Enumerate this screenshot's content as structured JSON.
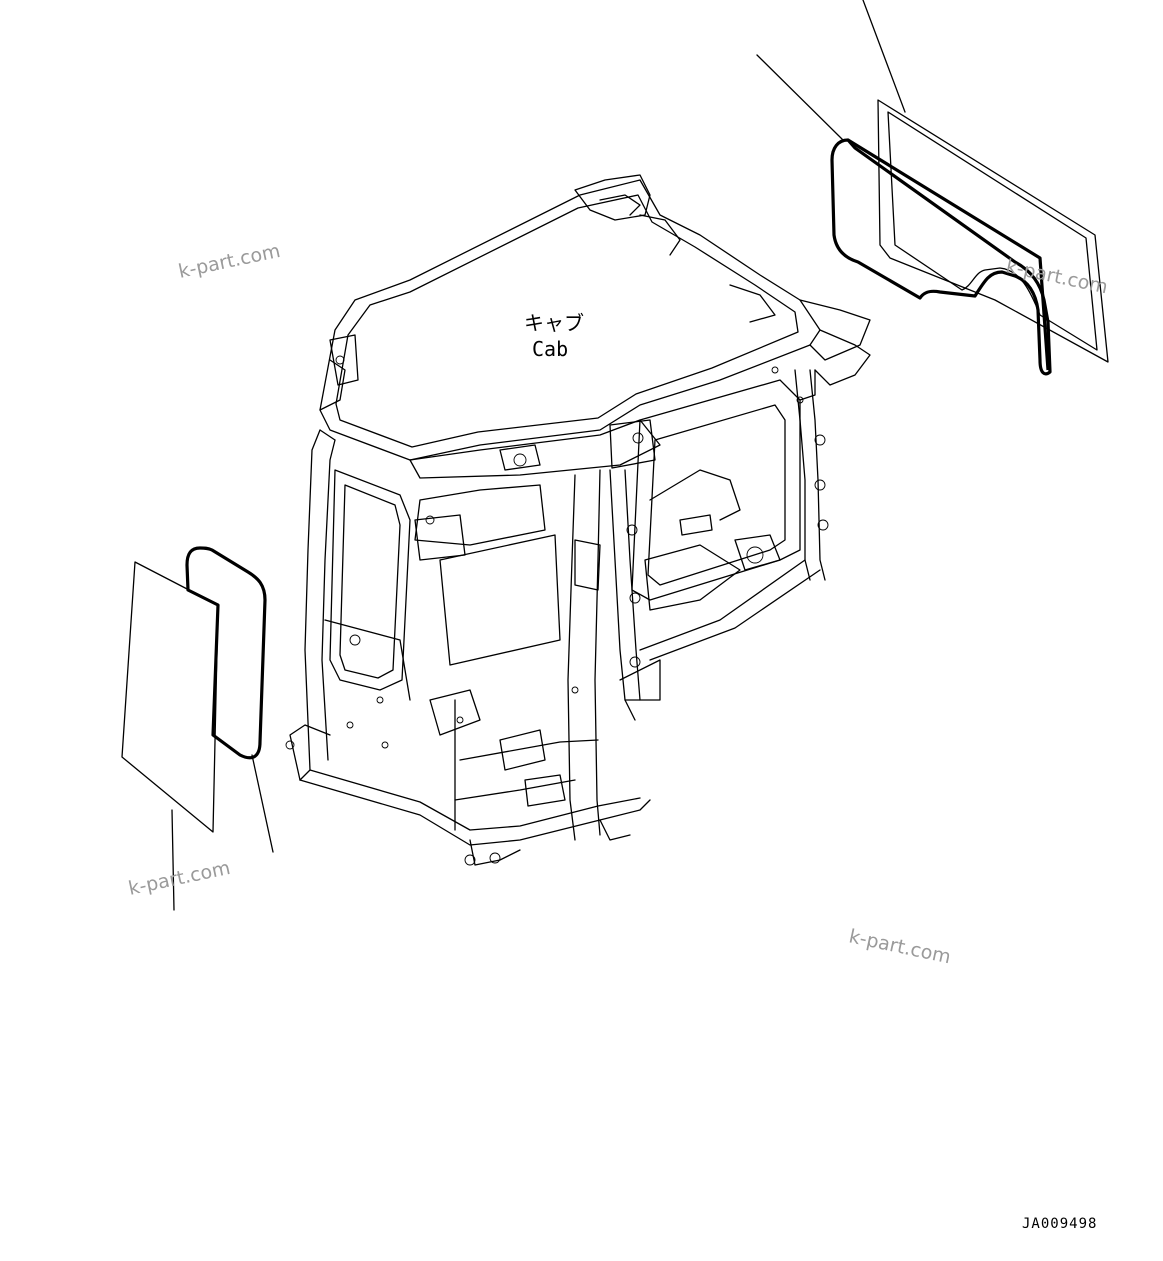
{
  "diagram": {
    "cab_label_jp": "キャブ",
    "cab_label_en": "Cab",
    "document_id": "JA009498",
    "watermark": "k-part.com"
  }
}
